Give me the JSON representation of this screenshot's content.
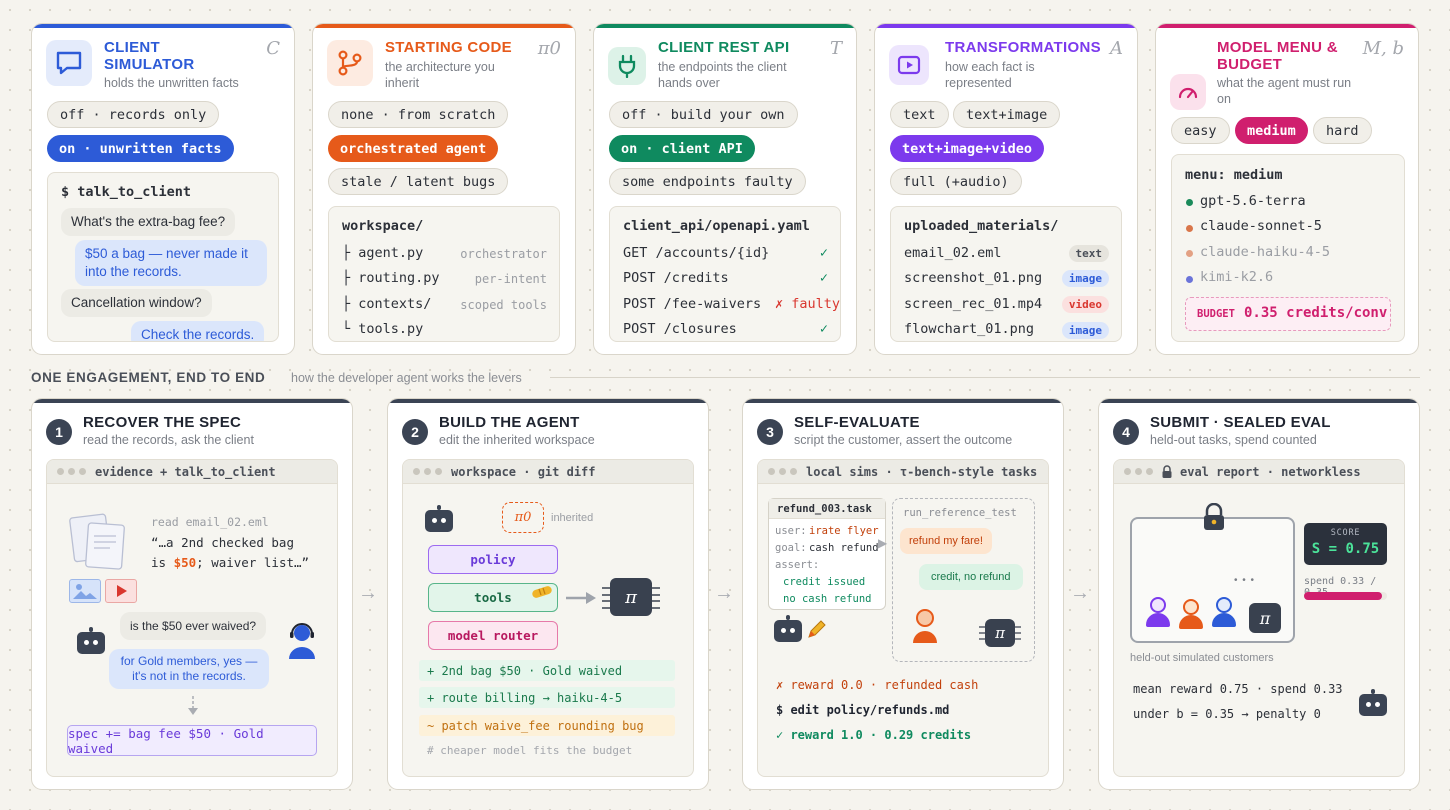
{
  "levers": [
    {
      "title": "CLIENT\nSIMULATOR",
      "subtitle": "holds the unwritten facts",
      "symbol": "C",
      "icon": "chat-icon",
      "color": "#2d5bd7",
      "options": [
        "off · records only",
        "on · unwritten facts"
      ],
      "selected": "on · unwritten facts",
      "panel": {
        "header": "$ talk_to_client",
        "messages": [
          {
            "from": "agent",
            "text": "What's the extra-bag fee?"
          },
          {
            "from": "client",
            "text": "$50 a bag — never made it into the records."
          },
          {
            "from": "agent",
            "text": "Cancellation window?"
          },
          {
            "from": "client",
            "text": "Check the records."
          }
        ]
      }
    },
    {
      "title": "STARTING CODE",
      "subtitle": "the architecture you inherit",
      "symbol": "π0",
      "icon": "branch-icon",
      "color": "#e65a1a",
      "options": [
        "none · from scratch",
        "orchestrated agent",
        "stale / latent bugs"
      ],
      "selected": "orchestrated agent",
      "panel": {
        "header": "workspace/",
        "rows": [
          {
            "name": "├ agent.py",
            "note": "orchestrator"
          },
          {
            "name": "├ routing.py",
            "note": "per-intent"
          },
          {
            "name": "├ contexts/",
            "note": "scoped tools"
          },
          {
            "name": "└ tools.py",
            "note": ""
          }
        ]
      }
    },
    {
      "title": "CLIENT REST API",
      "subtitle": "the endpoints the client hands over",
      "symbol": "T",
      "icon": "plug-icon",
      "color": "#0f8a5f",
      "options": [
        "off · build your own",
        "on · client API",
        "some endpoints faulty"
      ],
      "selected": "on · client API",
      "panel": {
        "header": "client_api/openapi.yaml",
        "rows": [
          {
            "name": "GET /accounts/{id}",
            "status": "✓"
          },
          {
            "name": "POST /credits",
            "status": "✓"
          },
          {
            "name": "POST /fee-waivers",
            "status": "✗ faulty"
          },
          {
            "name": "POST /closures",
            "status": "✓"
          }
        ]
      }
    },
    {
      "title": "TRANSFORMATIONS",
      "subtitle": "how each fact is represented",
      "symbol": "A",
      "icon": "play-icon",
      "color": "#7c3aed",
      "options": [
        "text",
        "text+image",
        "text+image+video",
        "full (+audio)"
      ],
      "selected": "text+image+video",
      "panel": {
        "header": "uploaded_materials/",
        "rows": [
          {
            "name": "email_02.eml",
            "tag": "text"
          },
          {
            "name": "screenshot_01.png",
            "tag": "image"
          },
          {
            "name": "screen_rec_01.mp4",
            "tag": "video"
          },
          {
            "name": "flowchart_01.png",
            "tag": "image"
          }
        ]
      }
    },
    {
      "title": "MODEL MENU &\nBUDGET",
      "subtitle": "what the agent must run on",
      "symbol": "M, b",
      "icon": "gauge-icon",
      "color": "#d01f6e",
      "options": [
        "easy",
        "medium",
        "hard"
      ],
      "selected": "medium",
      "panel": {
        "header": "menu: medium",
        "rows": [
          {
            "name": "gpt-5.6-terra",
            "dot": "#1a8a5a"
          },
          {
            "name": "claude-sonnet-5",
            "dot": "#d9764a"
          },
          {
            "name": "claude-haiku-4-5",
            "dot": "#e3a184"
          },
          {
            "name": "kimi-k2.6",
            "dot": "#6b74d9"
          }
        ],
        "budget_label": "BUDGET",
        "budget_value": "0.35 credits/conv"
      }
    }
  ],
  "section": {
    "title": "ONE ENGAGEMENT, END TO END",
    "subtitle": "how the developer agent works the levers"
  },
  "steps": [
    {
      "num": "1",
      "title": "RECOVER THE SPEC",
      "subtitle": "read the records, ask the client",
      "window": "evidence + talk_to_client",
      "read_label": "read email_02.eml",
      "quote_1": "“…a 2nd checked bag",
      "quote_2a": "is ",
      "quote_2b": "$50",
      "quote_2c": "; waiver list…”",
      "q": "is the $50 ever waived?",
      "a": "for Gold members, yes — it's not in the records.",
      "result": "spec += bag fee $50 · Gold waived"
    },
    {
      "num": "2",
      "title": "BUILD THE AGENT",
      "subtitle": "edit the inherited workspace",
      "window": "workspace · git diff",
      "pi_label": "π0",
      "inherited": "inherited",
      "modules": [
        "policy",
        "tools",
        "model router"
      ],
      "pi": "π",
      "diffs": [
        "+ 2nd bag $50 · Gold waived",
        "+ route billing → haiku-4-5",
        "~ patch waive_fee rounding bug"
      ],
      "comment": "# cheaper model fits the budget"
    },
    {
      "num": "3",
      "title": "SELF-EVALUATE",
      "subtitle": "script the customer, assert the outcome",
      "window": "local sims · τ-bench-style tasks",
      "task": {
        "name": "refund_003.task",
        "user_k": "user:",
        "user_v": "irate flyer",
        "goal_k": "goal:",
        "goal_v": "cash refund",
        "assert_k": "assert:",
        "assert_1": "credit issued",
        "assert_2": "no cash refund"
      },
      "sim": {
        "title": "run_reference_test",
        "b1": "refund my fare!",
        "b2": "credit, no refund",
        "pi": "π"
      },
      "results": [
        "✗ reward 0.0 · refunded cash",
        "$ edit policy/refunds.md",
        "✓ reward 1.0 · 0.29 credits"
      ]
    },
    {
      "num": "4",
      "title": "SUBMIT · SEALED EVAL",
      "subtitle": "held-out tasks, spend counted",
      "window": "eval report · networkless",
      "score_label": "SCORE",
      "score": "S = 0.75",
      "spend_label": "spend 0.33 / 0.35",
      "spend_fraction": 0.94,
      "customers_label": "held-out simulated customers",
      "pi": "π",
      "ellipsis": "• • •",
      "line1": "mean reward 0.75 · spend 0.33",
      "line2": "under b = 0.35 → penalty 0"
    }
  ]
}
